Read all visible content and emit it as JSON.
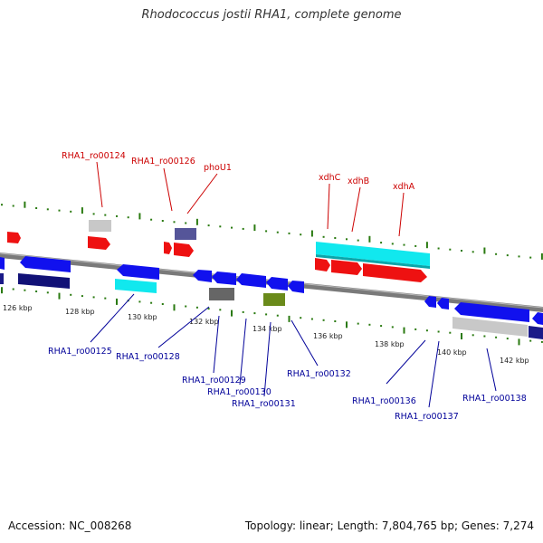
{
  "title": "Rhodococcus jostii RHA1, complete genome",
  "accession": "Accession: NC_008268",
  "summary": "Topology: linear; Length: 7,804,765 bp; Genes: 7,274",
  "colors": {
    "top_label": "#cc0000",
    "bottom_label": "#000099",
    "tick": "#2a7a10",
    "backbone": "#7a7a7a"
  },
  "kbp_ticks": [
    "126 kbp",
    "128 kbp",
    "130 kbp",
    "132 kbp",
    "134 kbp",
    "136 kbp",
    "138 kbp",
    "140 kbp",
    "142 kbp"
  ],
  "top_genes": [
    "RHA1_ro00124",
    "RHA1_ro00126",
    "phoU1",
    "xdhC",
    "xdhB",
    "xdhA"
  ],
  "bottom_genes": [
    "RHA1_ro00125",
    "RHA1_ro00128",
    "RHA1_ro00129",
    "RHA1_ro00130",
    "RHA1_ro00131",
    "RHA1_ro00132",
    "RHA1_ro00136",
    "RHA1_ro00137",
    "RHA1_ro00138"
  ]
}
